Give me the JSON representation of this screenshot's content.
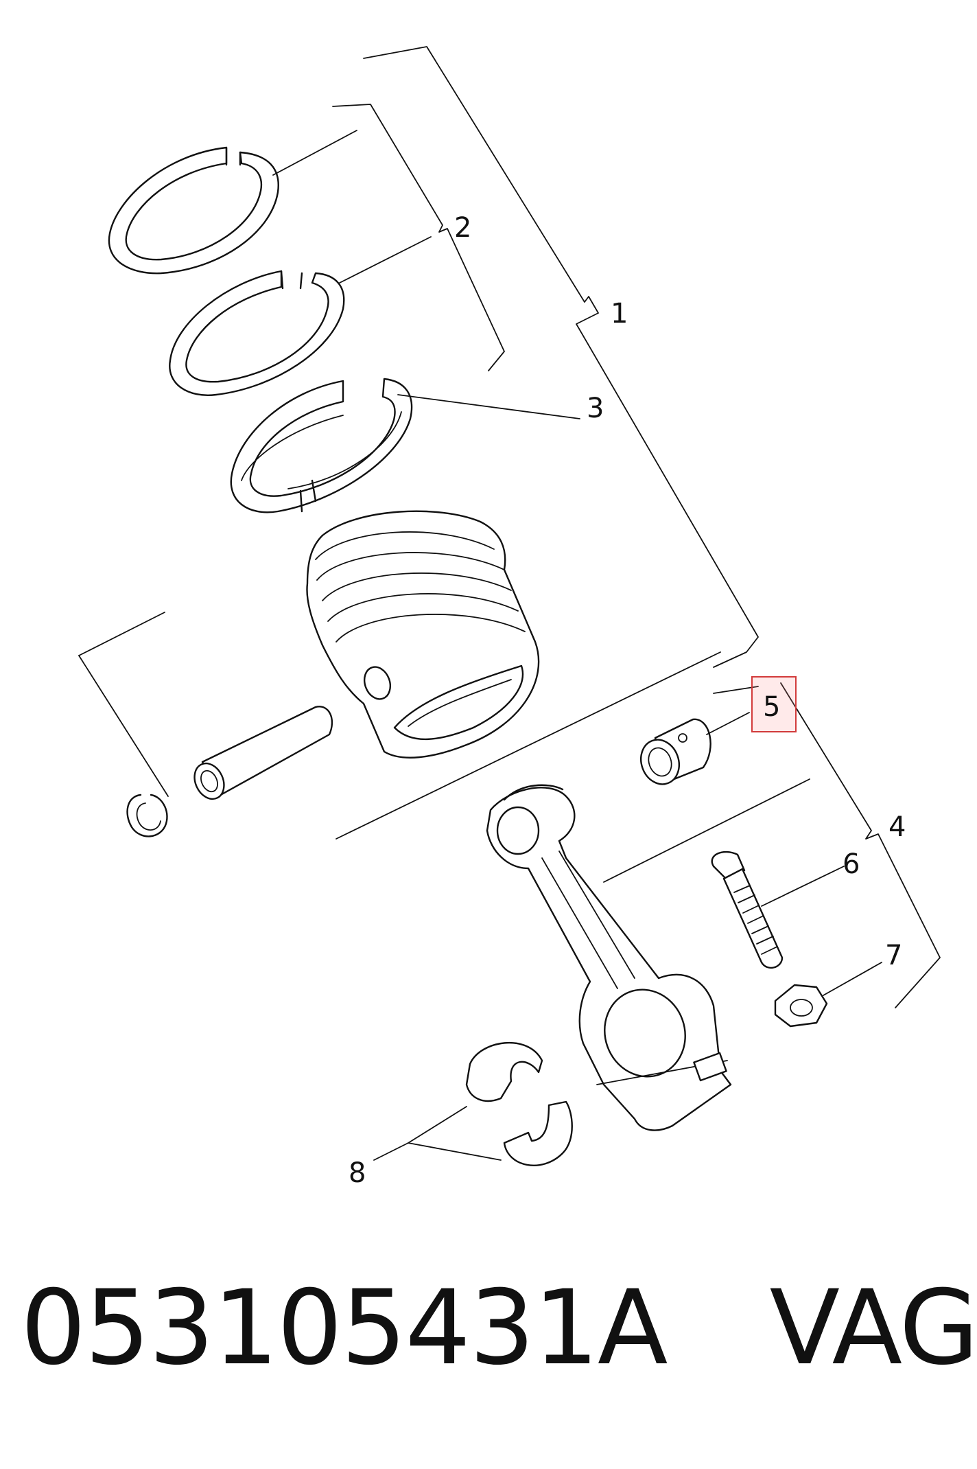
{
  "callouts": {
    "c1": "1",
    "c2": "2",
    "c3": "3",
    "c4": "4",
    "c5": "5",
    "c6": "6",
    "c7": "7",
    "c8": "8"
  },
  "highlighted_callout": "5",
  "highlight_color": "#d23b3b",
  "caption": {
    "part_number": "053105431A",
    "brand": "VAG"
  }
}
